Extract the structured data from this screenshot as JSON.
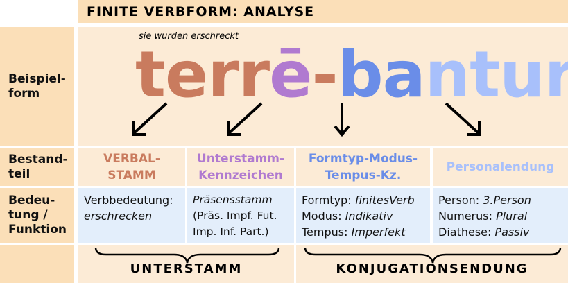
{
  "title": "FINITE VERBFORM: ANALYSE",
  "row_labels": {
    "beispielform": "Beispiel-\nform",
    "bestandteil": "Bestand-\nteil",
    "bedeutung": "Bedeu-\ntung /\nFunktion"
  },
  "translation": "sie wurden erschreckt",
  "word": {
    "stem": "terr",
    "marker": "ē",
    "dash": "-",
    "formtyp": "ba",
    "ending": "ntur"
  },
  "parts": [
    {
      "label": "VERBAL-\nSTAMM",
      "color": "#c97b5e",
      "lines": [
        {
          "k": "Verbbedeutung:",
          "v": ""
        },
        {
          "k": "",
          "v": "erschrecken"
        }
      ]
    },
    {
      "label": "Unterstamm-\nKennzeichen",
      "color": "#b07ad0",
      "lines": [
        {
          "k": "",
          "v": "Präsensstamm"
        },
        {
          "k": "(Präs. Impf. Fut.",
          "v": ""
        },
        {
          "k": "Imp. Inf. Part.)",
          "v": ""
        }
      ]
    },
    {
      "label": "Formtyp-Modus-\nTempus-Kz.",
      "color": "#6a8de8",
      "lines": [
        {
          "k": "Formtyp: ",
          "v": "finitesVerb"
        },
        {
          "k": "Modus: ",
          "v": "Indikativ"
        },
        {
          "k": "Tempus: ",
          "v": "Imperfekt"
        }
      ]
    },
    {
      "label": "Personalendung",
      "color": "#a8c0fb",
      "lines": [
        {
          "k": "Person: ",
          "v": "3.Person"
        },
        {
          "k": "Numerus: ",
          "v": "Plural"
        },
        {
          "k": "Diathese: ",
          "v": "Passiv"
        }
      ]
    }
  ],
  "groups": {
    "left": "UNTERSTAMM",
    "right": "KONJUGATIONSENDUNG"
  }
}
